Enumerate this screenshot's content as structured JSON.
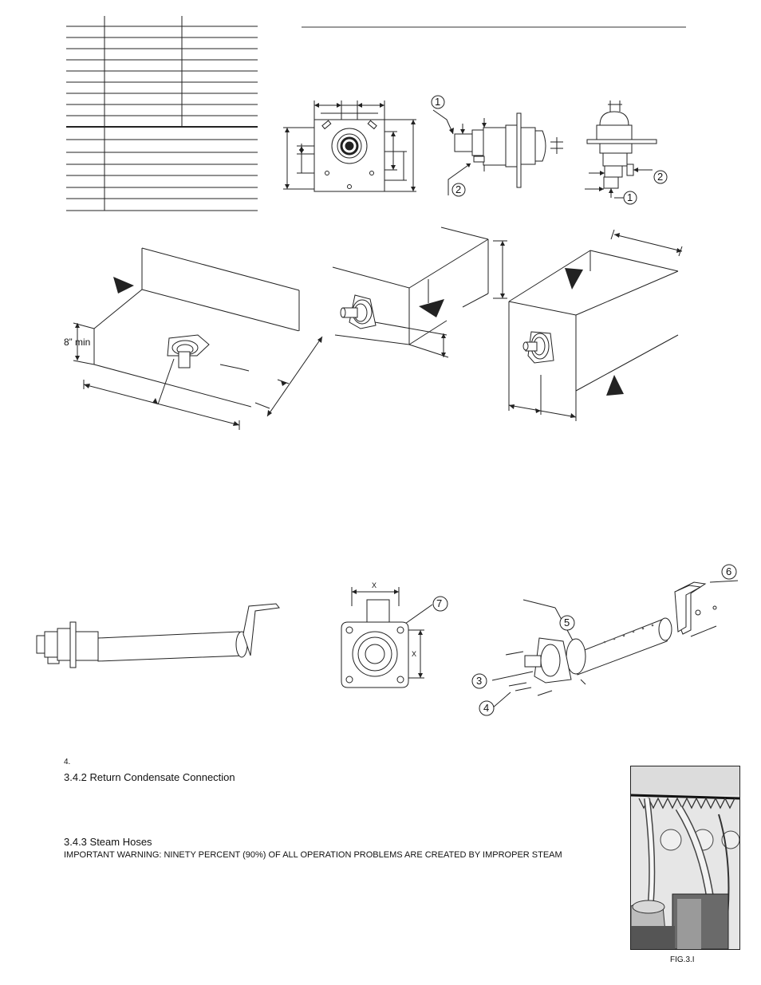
{
  "figure_labels": {
    "min_clearance": "8” min",
    "fig_caption": "FIG.3.I",
    "dim_x": "X",
    "dim_x_vertical": "X"
  },
  "callouts": {
    "c1a": "1",
    "c2a": "2",
    "c1b": "1",
    "c2b": "2",
    "c3": "3",
    "c4": "4",
    "c5": "5",
    "c6": "6",
    "c7": "7"
  },
  "section": {
    "step_number": "4.",
    "h_return": "3.4.2 Return Condensate Connection",
    "h_hoses": "3.4.3 Steam Hoses",
    "warning": "IMPORTANT WARNING:  NINETY PERCENT (90%) OF ALL OPERATION PROBLEMS ARE CREATED BY IMPROPER STEAM"
  }
}
